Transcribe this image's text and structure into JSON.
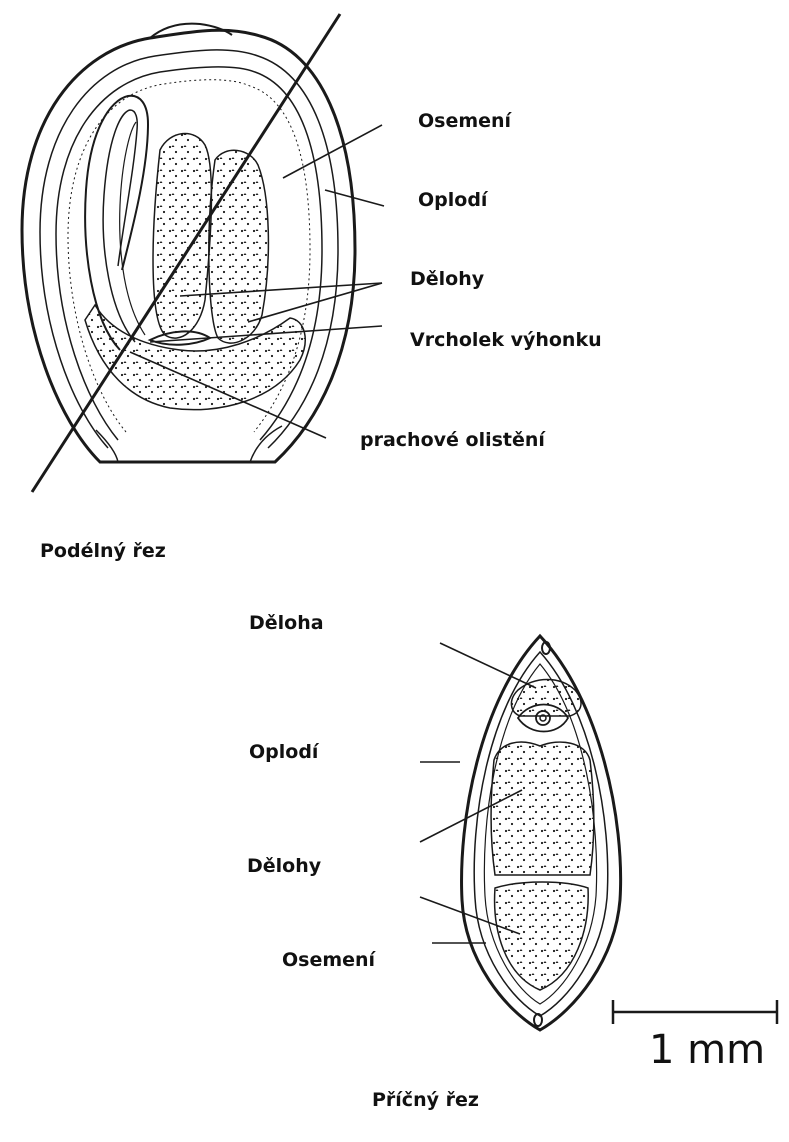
{
  "longitudinal": {
    "caption": "Podélný řez",
    "labels": {
      "osemeni": "Osemení",
      "oplodi": "Oplodí",
      "delohy": "Dělohy",
      "vrcholek": "Vrcholek výhonku",
      "prachove": "prachové olistění"
    }
  },
  "cross": {
    "caption": "Příčný řez",
    "labels": {
      "deloha": "Děloha",
      "oplodi": "Oplodí",
      "delohy": "Dělohy",
      "osemeni": "Osemení"
    }
  },
  "scale_bar": {
    "label": "1 mm"
  },
  "colors": {
    "ink": "#1a1a1a",
    "background": "#ffffff"
  }
}
